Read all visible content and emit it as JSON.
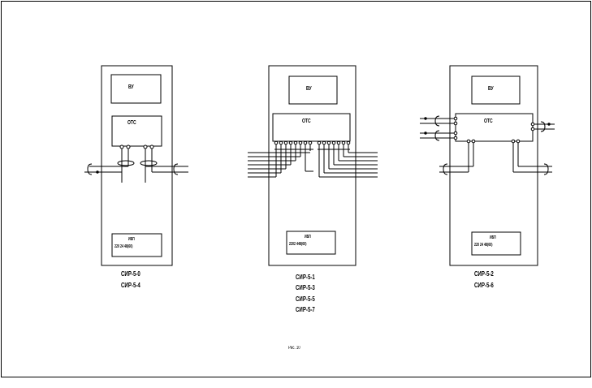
{
  "blocks": {
    "vu_label": "ВУ",
    "ots_label": "ОТС",
    "ibp_label": "ИБП",
    "ibp_spec": "220 24 48(60)",
    "ibp_spec_b": "2202 448(60)"
  },
  "captions": {
    "left": [
      "СИР-5-0",
      "СИР-5-4"
    ],
    "center": [
      "СИР-5-1",
      "СИР-5-3",
      "СИР-5-5",
      "СИР-5-7"
    ],
    "right": [
      "СИР-5-2",
      "СИР-5-6"
    ]
  },
  "figure_caption": "Рис. 10"
}
